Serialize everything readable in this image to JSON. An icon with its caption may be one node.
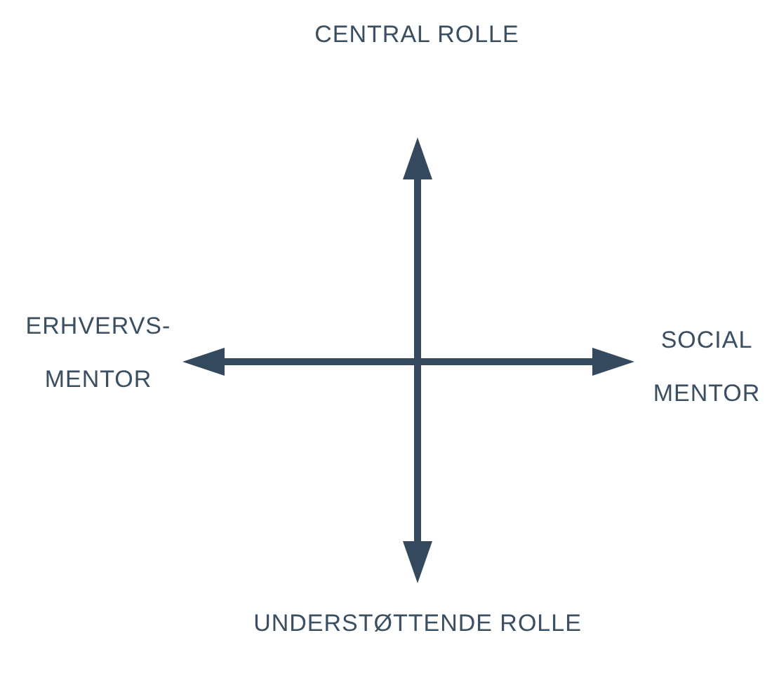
{
  "diagram": {
    "labels": [
      "CENTRAL ROLLE",
      "ERHVERVS- MENTOR",
      "SOCIAL MENTOR",
      "UNDERSTØTTENDE ROLLE"
    ]
  }
}
